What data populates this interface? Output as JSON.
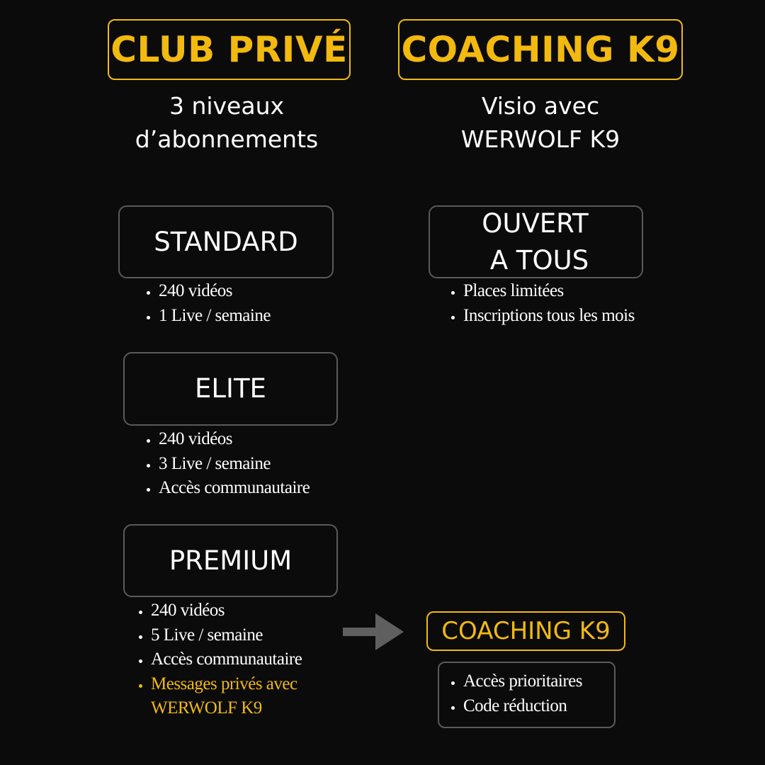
{
  "left": {
    "title": "CLUB PRIVÉ",
    "subtitle_line1": "3 niveaux",
    "subtitle_line2": "d’abonnements",
    "tiers": [
      {
        "name": "STANDARD",
        "features": [
          "240 vidéos",
          "1 Live / semaine"
        ]
      },
      {
        "name": "ELITE",
        "features": [
          "240 vidéos",
          "3 Live / semaine",
          "Accès communautaire"
        ]
      },
      {
        "name": "PREMIUM",
        "features": [
          "240 vidéos",
          "5 Live / semaine",
          "Accès communautaire"
        ],
        "highlight_feature": "Messages privés avec WERWOLF K9"
      }
    ]
  },
  "right": {
    "title": "COACHING K9",
    "subtitle_line1": "Visio avec",
    "subtitle_line2": "WERWOLF K9",
    "access_line1": "OUVERT",
    "access_line2": "A TOUS",
    "features": [
      "Places limitées",
      "Inscriptions  tous les mois"
    ],
    "bonus_title": "COACHING K9",
    "bonus_features": [
      "Accès prioritaires",
      "Code réduction"
    ]
  },
  "colors": {
    "accent": "#f2b90f",
    "background": "#0b0b0b",
    "border": "#5a5a5a",
    "arrow": "#5f5f5f"
  },
  "icons": {
    "arrow": "arrow-right-icon"
  }
}
